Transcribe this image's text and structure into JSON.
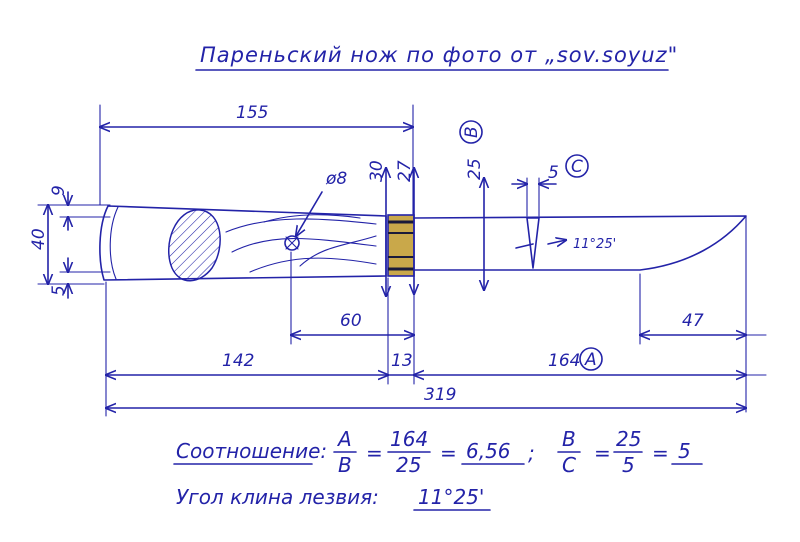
{
  "title": "Пареньский нож по фото от „sov.soyuz\"",
  "ink_color": "#2323a8",
  "bolster_color": "#c9a84a",
  "dimensions": {
    "d155": "155",
    "d142": "142",
    "d13": "13",
    "d164": "164",
    "labelA": "A",
    "d319": "319",
    "d60": "60",
    "d47": "47",
    "d40": "40",
    "d9": "9",
    "d5_left": "5",
    "d30": "30",
    "d27": "27",
    "d25": "25",
    "labelB": "B",
    "d5_tip": "5",
    "labelC": "C",
    "phi8": "ø8",
    "angle": "11°25'"
  },
  "formulas": {
    "ratio_label": "Соотношение:",
    "fracA_num": "A",
    "fracA_den": "B",
    "eq1": "=",
    "frac164_num": "164",
    "frac164_den": "25",
    "eq2": "=",
    "val1": "6,56",
    "sep": ";",
    "fracB_num": "B",
    "fracB_den": "C",
    "eq3": "=",
    "frac25_num": "25",
    "frac25_den": "5",
    "eq4": "=",
    "val2": "5",
    "angle_label": "Угол клина лезвия:",
    "angle_value": "11°25'"
  }
}
